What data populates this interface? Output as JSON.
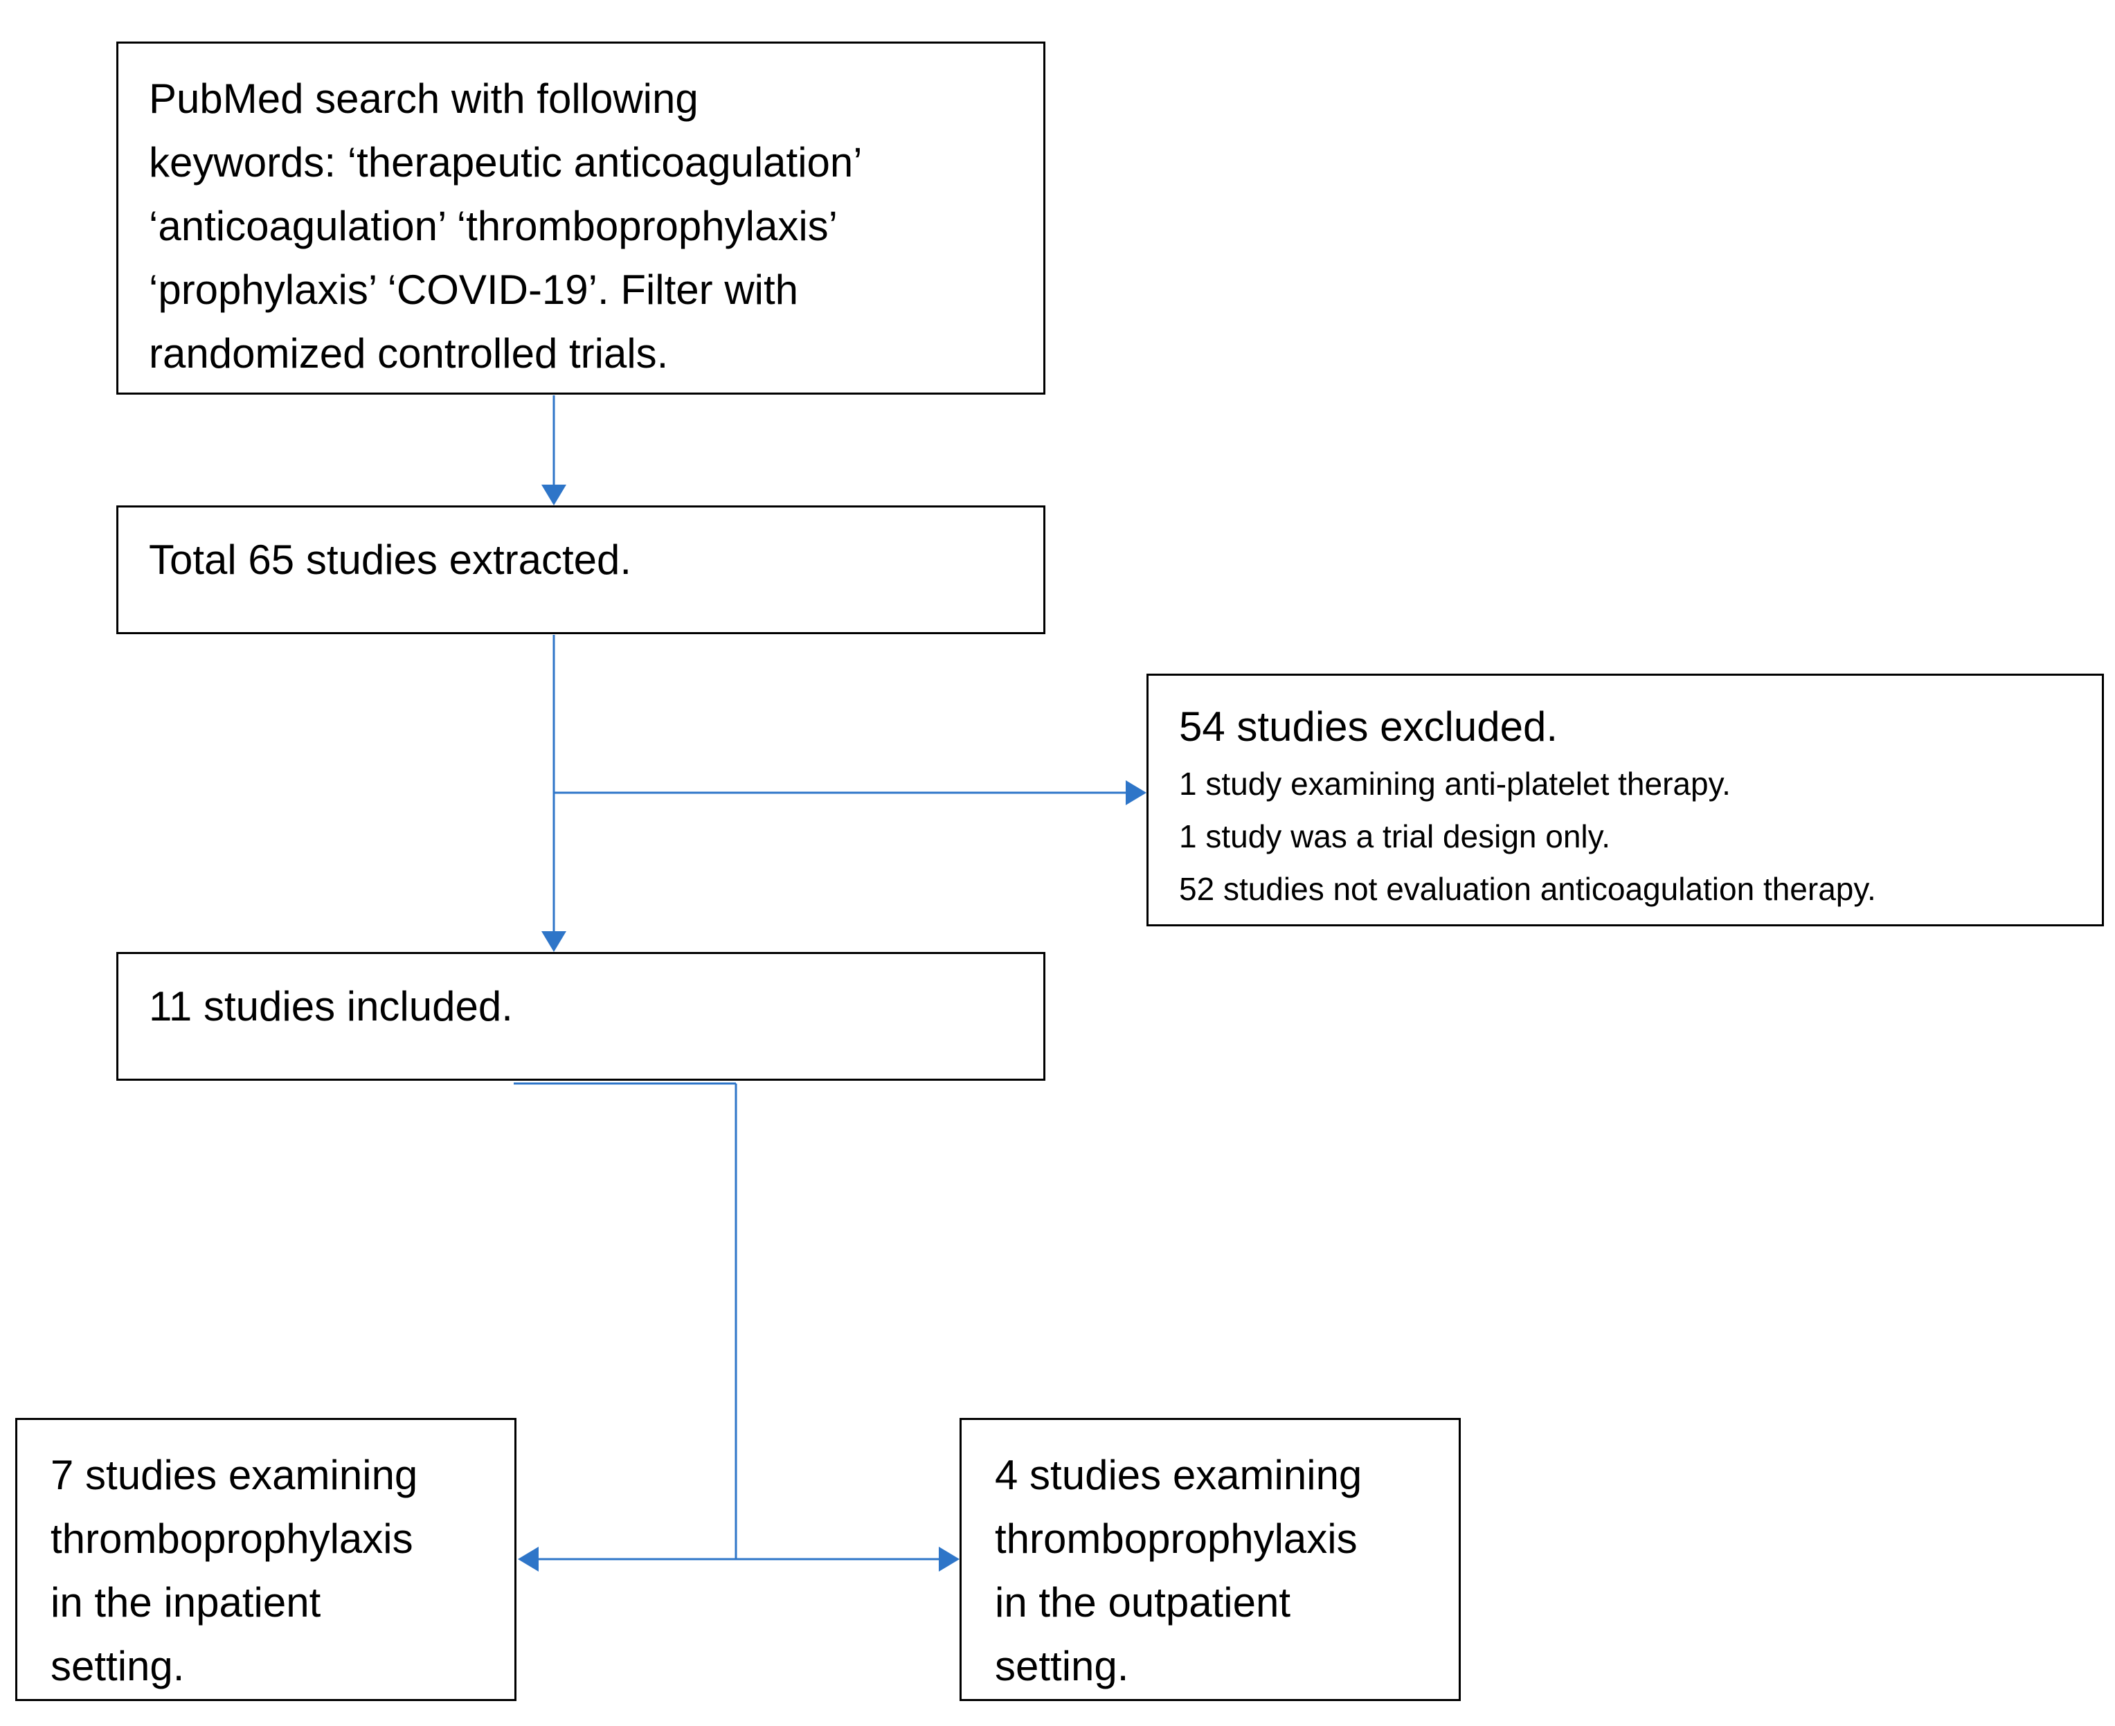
{
  "colors": {
    "connector": "#2E75C8",
    "box_border": "#000000",
    "text": "#000000",
    "background": "#ffffff"
  },
  "boxes": {
    "search": {
      "lines": [
        "PubMed search with following",
        "keywords:  ‘therapeutic anticoagulation’",
        "‘anticoagulation’ ‘thromboprophylaxis’",
        "‘prophylaxis’  ‘COVID-19’. Filter with",
        "randomized controlled trials."
      ]
    },
    "total": {
      "text": "Total 65 studies extracted."
    },
    "excluded": {
      "heading": "54 studies excluded.",
      "reasons": [
        "1 study examining  anti-platelet  therapy.",
        "1 study was a trial design  only.",
        "52 studies not evaluation anticoagulation  therapy."
      ]
    },
    "included": {
      "text": "11 studies included."
    },
    "inpatient": {
      "lines": [
        "7 studies examining",
        "thromboprophylaxis",
        "in the inpatient",
        "setting."
      ]
    },
    "outpatient": {
      "lines": [
        "4 studies examining",
        "thromboprophylaxis",
        "in the outpatient",
        "setting."
      ]
    }
  }
}
